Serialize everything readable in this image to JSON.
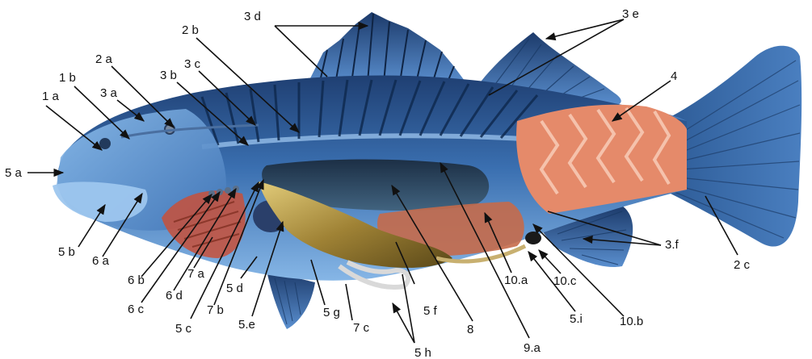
{
  "labels": {
    "l_1a": "1 a",
    "l_1b": "1 b",
    "l_2a": "2 a",
    "l_2b": "2 b",
    "l_2c": "2 c",
    "l_3a": "3 a",
    "l_3b": "3 b",
    "l_3c": "3 c",
    "l_3d": "3 d",
    "l_3e": "3 e",
    "l_3f": "3.f",
    "l_4": "4",
    "l_5a": "5 a",
    "l_5b": "5 b",
    "l_5c": "5 c",
    "l_5d": "5 d",
    "l_5e": "5.e",
    "l_5f": "5 f",
    "l_5g": "5 g",
    "l_5h": "5 h",
    "l_5i": "5.i",
    "l_6a": "6 a",
    "l_6b": "6 b",
    "l_6c": "6 c",
    "l_6d": "6 d",
    "l_7a": "7 a",
    "l_7b": "7 b",
    "l_7c": "7 c",
    "l_8": "8",
    "l_9a": "9.a",
    "l_10a": "10.a",
    "l_10b": "10.b",
    "l_10c": "10.c"
  },
  "colors": {
    "background": "#ffffff",
    "body_blue": "#2f5f9e",
    "muscle_salmon": "#e58a6a",
    "swim_bladder": "#2e4e6e",
    "liver_gold": "#a88a3a",
    "gill_red": "#c8503a",
    "label_text": "#111111"
  }
}
